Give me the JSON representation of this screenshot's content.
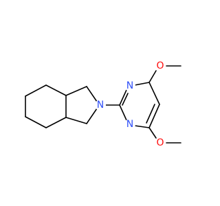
{
  "molecule": {
    "atoms": [
      {
        "label": "N",
        "color": "#3050F8"
      },
      {
        "label": "N",
        "color": "#3050F8"
      },
      {
        "label": "N",
        "color": "#3050F8"
      },
      {
        "label": "O",
        "color": "#FF0D0D"
      },
      {
        "label": "O",
        "color": "#FF0D0D"
      }
    ],
    "bond_color": "#000000",
    "background": "#ffffff"
  }
}
